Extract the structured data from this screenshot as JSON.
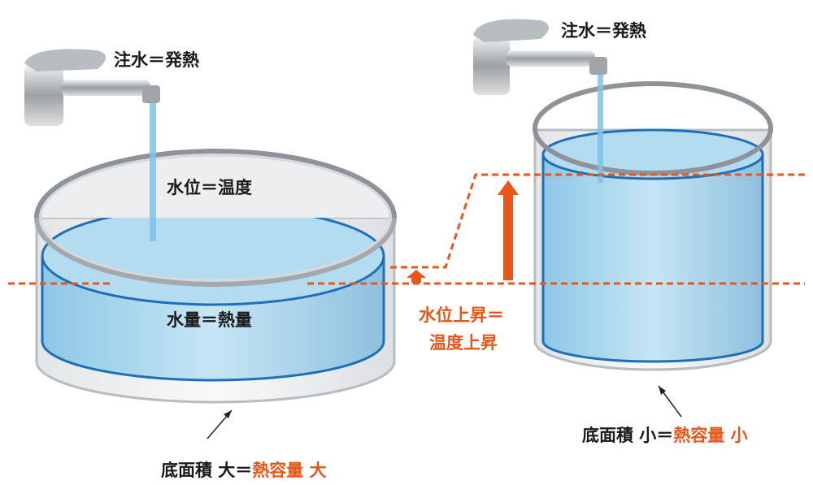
{
  "colors": {
    "accent": "#e8561a",
    "water": "#a9d6ee",
    "rim": "#1e6fb8"
  },
  "left": {
    "faucet_label": "注水＝発熱",
    "level_label": "水位＝温度",
    "volume_label": "水量＝熱量",
    "bottom_label": {
      "prefix": "底面積 大＝",
      "highlight": "熱容量 大"
    }
  },
  "right": {
    "faucet_label": "注水＝発熱",
    "bottom_label": {
      "prefix": "底面積 小＝",
      "highlight": "熱容量 小"
    }
  },
  "center": {
    "line1": "水位上昇＝",
    "line2": "温度上昇"
  }
}
